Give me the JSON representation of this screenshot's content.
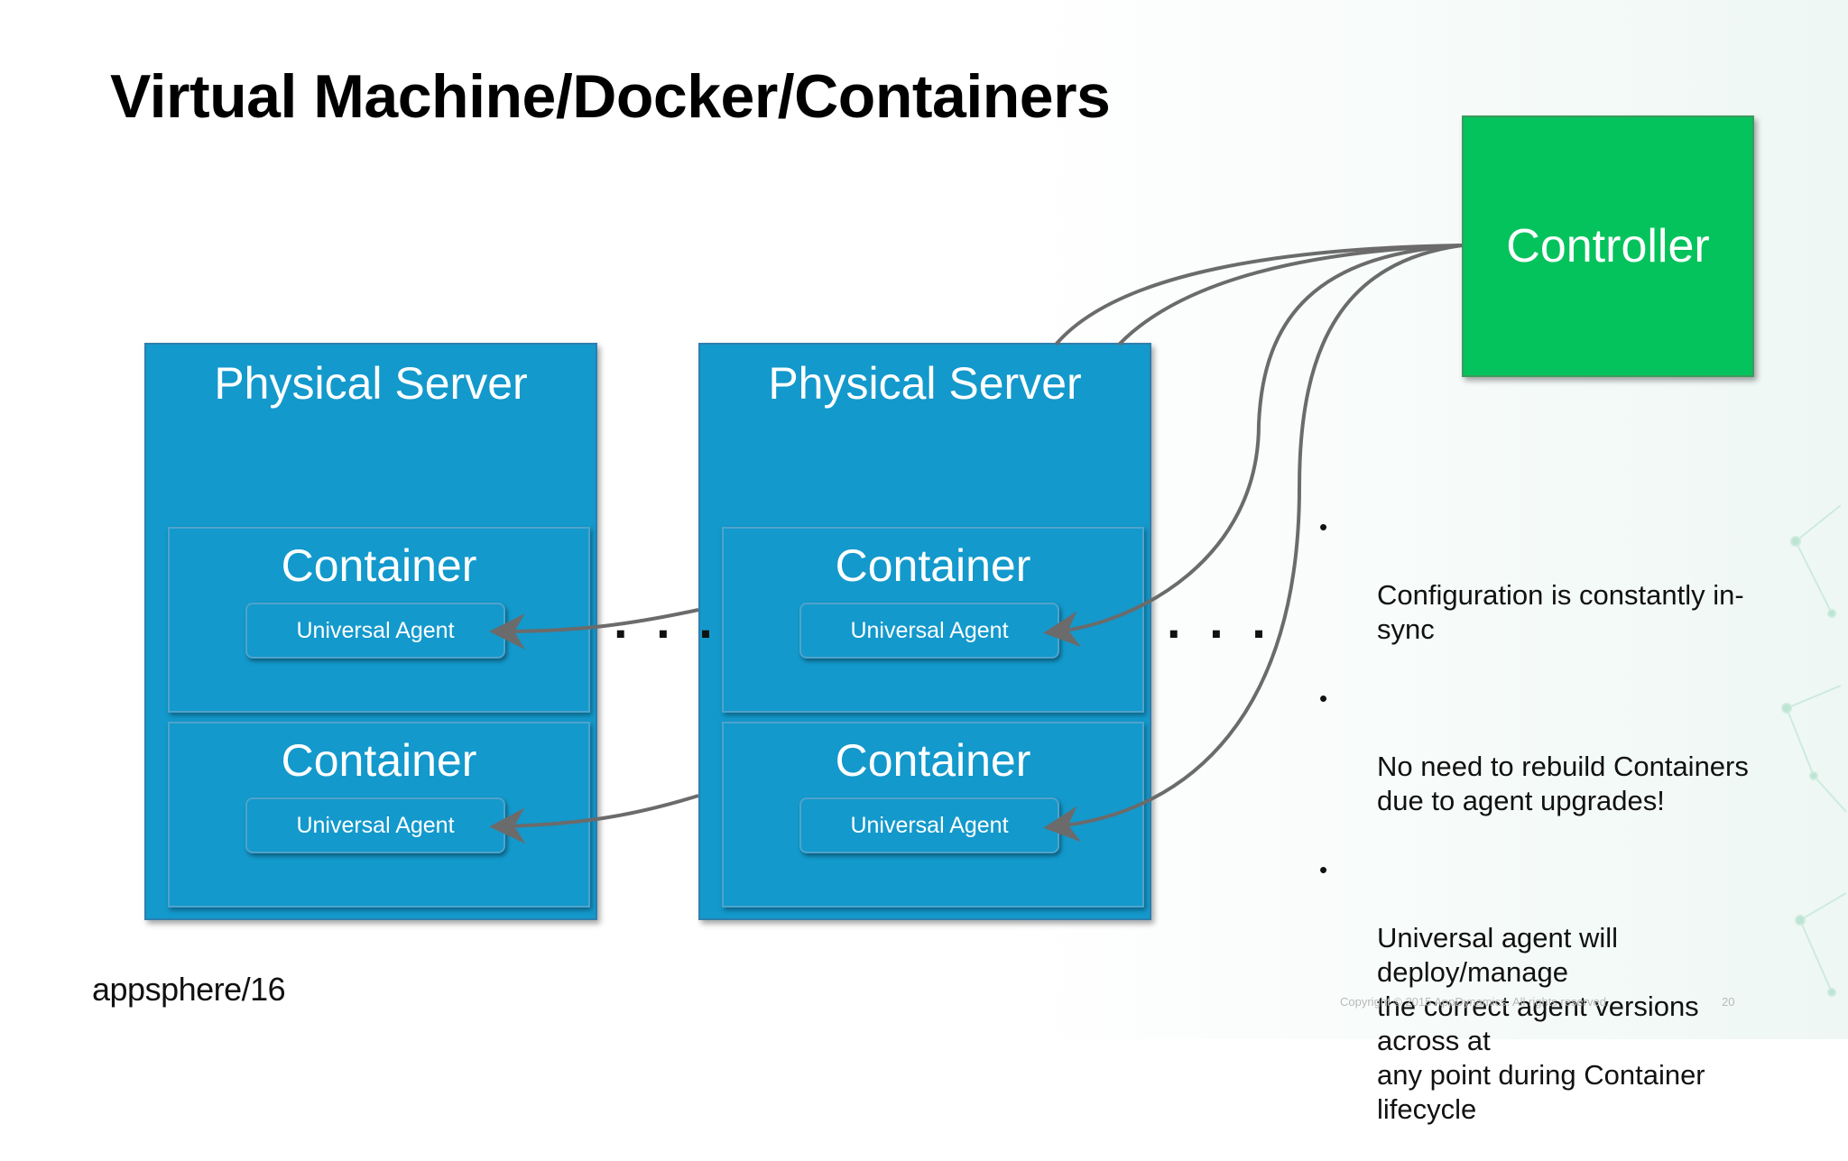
{
  "slide": {
    "title": "Virtual Machine/Docker/Containers"
  },
  "servers": [
    {
      "label": "Physical Server",
      "containers": [
        {
          "label": "Container",
          "agent": "Universal Agent"
        },
        {
          "label": "Container",
          "agent": "Universal Agent"
        }
      ]
    },
    {
      "label": "Physical Server",
      "containers": [
        {
          "label": "Container",
          "agent": "Universal Agent"
        },
        {
          "label": "Container",
          "agent": "Universal Agent"
        }
      ]
    }
  ],
  "controller": {
    "label": "Controller"
  },
  "ellipsis": ". . .",
  "bullets": [
    "Configuration is constantly in-\nsync",
    "No need to rebuild Containers\ndue to agent upgrades!",
    "Universal agent will\ndeploy/manage\nthe correct agent versions\nacross at\nany point during Container\nlifecycle"
  ],
  "bullet_symbol": "•",
  "footer": {
    "logo": "appsphere",
    "logo_year": "/16",
    "copyright": "Copyright © 2015 AppDynamics. All rights reserved.",
    "page_number": "20"
  },
  "colors": {
    "server_fill": "#1399cc",
    "controller_fill": "#05c35c",
    "connector": "#6b6b6b"
  }
}
